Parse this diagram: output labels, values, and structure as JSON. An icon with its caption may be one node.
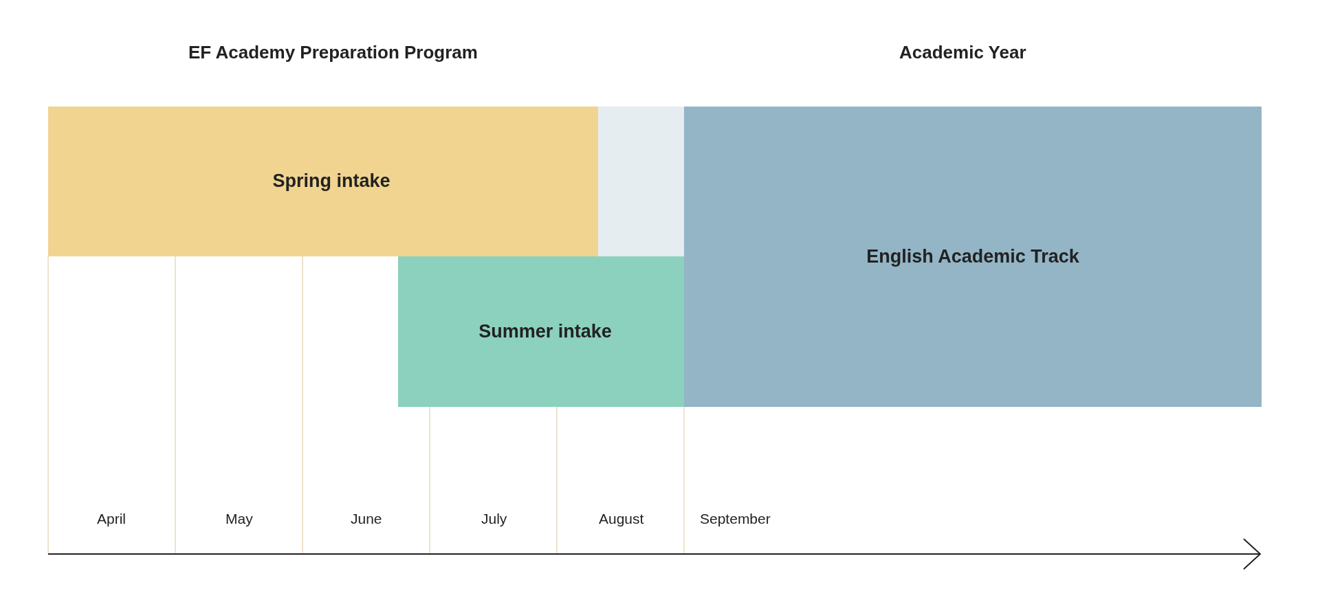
{
  "diagram": {
    "nodes": [
      {
        "text": [
          "Spring intake"
        ]
      },
      {
        "text": [],
        "shape": "box"
      },
      {
        "text": [
          "English Academic Track"
        ]
      },
      {
        "text": [
          "Summer intake"
        ]
      }
    ],
    "labels": [
      "EF Academy Preparation Program",
      "Academic Year",
      "April",
      "May",
      "June",
      "July",
      "August",
      "September"
    ]
  }
}
